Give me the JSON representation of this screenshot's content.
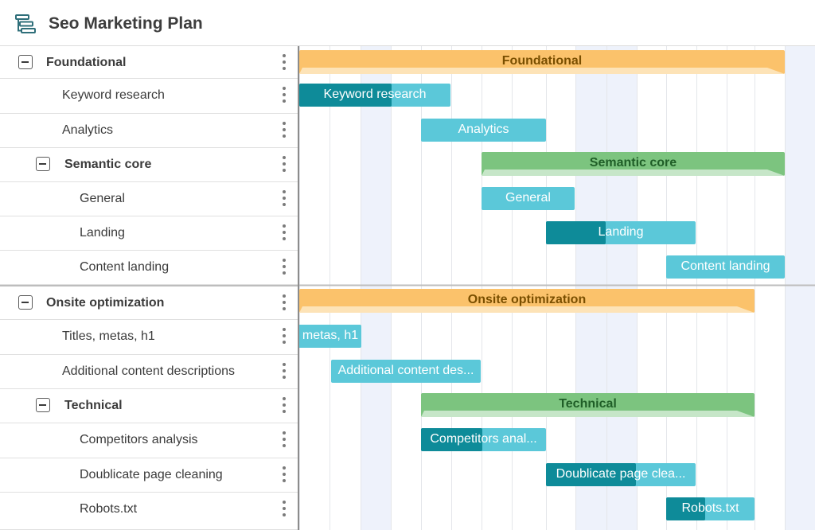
{
  "app": {
    "title": "Seo Marketing Plan",
    "logo_icon": "gantt-chart-icon"
  },
  "colors": {
    "summary_orange": "#fbc26b",
    "summary_green": "#7cc47f",
    "task_light": "#5bc8d9",
    "task_progress": "#0e8b99",
    "weekend": "#eef2fb",
    "gridline": "#e4e6ea",
    "divider": "#8c8c8c"
  },
  "tasks": [
    {
      "id": "foundational",
      "label": "Foundational",
      "level": 0,
      "type": "summary",
      "color": "orange",
      "collapse_icon": "minus-icon",
      "bar_label": "Foundational"
    },
    {
      "id": "keyword-research",
      "label": "Keyword research",
      "level": 1,
      "type": "task",
      "progress": 0.61,
      "bar_label": "Keyword research"
    },
    {
      "id": "analytics",
      "label": "Analytics",
      "level": 1,
      "type": "task",
      "progress": 0,
      "bar_label": "Analytics"
    },
    {
      "id": "semantic-core",
      "label": "Semantic core",
      "level": 1,
      "type": "summary",
      "color": "green",
      "collapse_icon": "minus-icon",
      "bar_label": "Semantic core"
    },
    {
      "id": "general",
      "label": "General",
      "level": 2,
      "type": "task",
      "progress": 0,
      "bar_label": "General"
    },
    {
      "id": "landing",
      "label": "Landing",
      "level": 2,
      "type": "task",
      "progress": 0.4,
      "bar_label": "Landing"
    },
    {
      "id": "content-landing",
      "label": "Content landing",
      "level": 2,
      "type": "task",
      "progress": 0,
      "bar_label": "Content landing"
    },
    {
      "id": "onsite-optimization",
      "label": "Onsite optimization",
      "level": 0,
      "type": "summary",
      "color": "orange",
      "collapse_icon": "minus-icon",
      "bar_label": "Onsite optimization"
    },
    {
      "id": "titles-metas",
      "label": "Titles, metas, h1",
      "level": 1,
      "type": "task",
      "progress": 0,
      "bar_label": "metas, h1"
    },
    {
      "id": "additional-content",
      "label": "Additional content descriptions",
      "level": 1,
      "type": "task",
      "progress": 0,
      "bar_label": "Additional content des..."
    },
    {
      "id": "technical",
      "label": "Technical",
      "level": 1,
      "type": "summary",
      "color": "green",
      "collapse_icon": "minus-icon",
      "bar_label": "Technical"
    },
    {
      "id": "competitors-analysis",
      "label": "Competitors analysis",
      "level": 2,
      "type": "task",
      "progress": 0.49,
      "bar_label": "Competitors anal..."
    },
    {
      "id": "doublicate-cleaning",
      "label": "Doublicate page cleaning",
      "level": 2,
      "type": "task",
      "progress": 0.6,
      "bar_label": "Doublicate page clea..."
    },
    {
      "id": "robots-txt",
      "label": "Robots.txt",
      "level": 2,
      "type": "task",
      "progress": 0.44,
      "bar_label": "Robots.txt"
    }
  ]
}
